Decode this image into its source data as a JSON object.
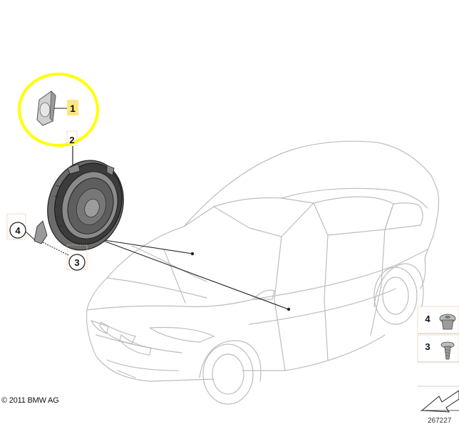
{
  "callouts": {
    "part1": "1",
    "part2": "2",
    "part3": "3",
    "part4": "4"
  },
  "legend": {
    "item4": "4",
    "item3": "3"
  },
  "footer": {
    "copyright": "© 2011 BMW AG",
    "diagram_number": "267227"
  },
  "colors": {
    "highlight_ring": "#ffff00",
    "label_box": "#ffe680",
    "line_art": "#bdbdbd"
  }
}
